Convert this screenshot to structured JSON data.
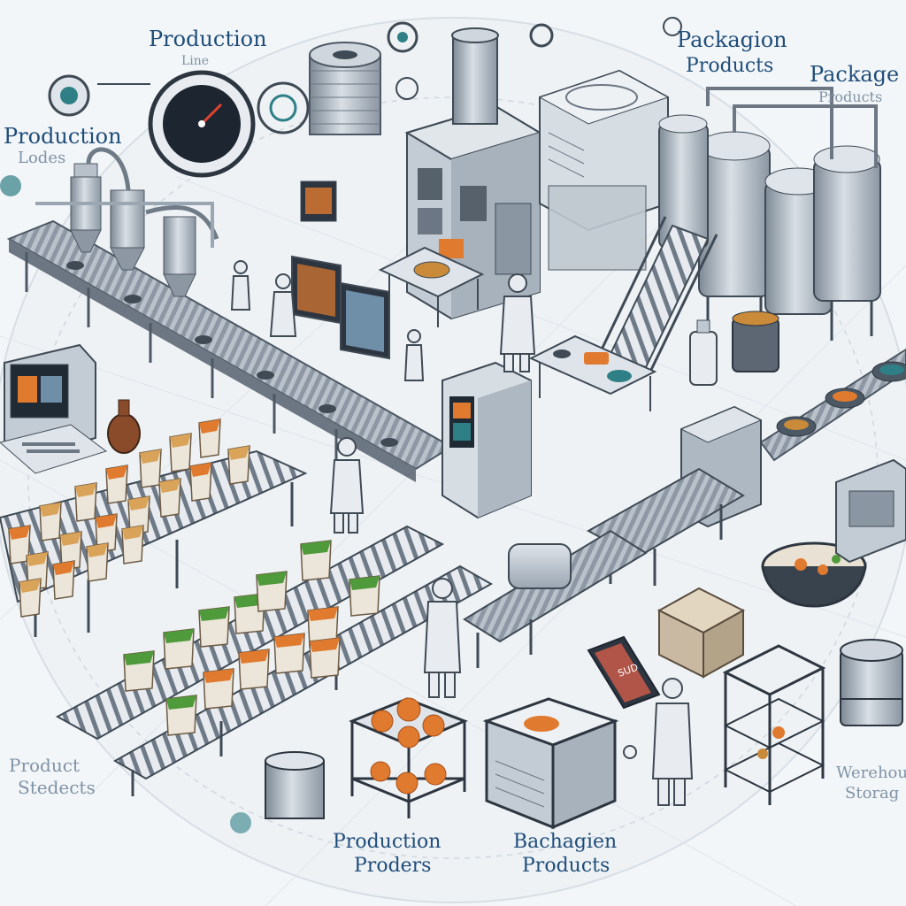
{
  "labels": {
    "production_top": "Production",
    "production_top_sub": "Line",
    "production_left": "Production",
    "production_left_sub": "Lodes",
    "packaging_top": "Packagion",
    "packaging_top_sub": "Products",
    "package_right": "Package",
    "package_right_sub": "Products",
    "product_left_bottom": "Product",
    "product_left_bottom_sub": "Stedects",
    "warehouse_right": "Werehou",
    "warehouse_right_sub": "Storag",
    "production_bottom": "Production",
    "production_bottom_sub": "Proders",
    "packaging_bottom": "Bachagien",
    "packaging_bottom_sub": "Products"
  },
  "screen_texts": {
    "tablet_text": "SUD"
  },
  "colors": {
    "background": "#f3f6f8",
    "label_blue": "#1f4d7a",
    "steel": "#9aa6b2",
    "steel_dark": "#5f6b78",
    "accent_orange": "#e07a2f",
    "accent_green": "#4f9a3a",
    "accent_teal": "#2f7f86",
    "cardboard": "#c9b9a2"
  },
  "icons": [
    "gauge-icon",
    "gear-icon",
    "target-icon",
    "cog-icon",
    "settings-icon"
  ]
}
